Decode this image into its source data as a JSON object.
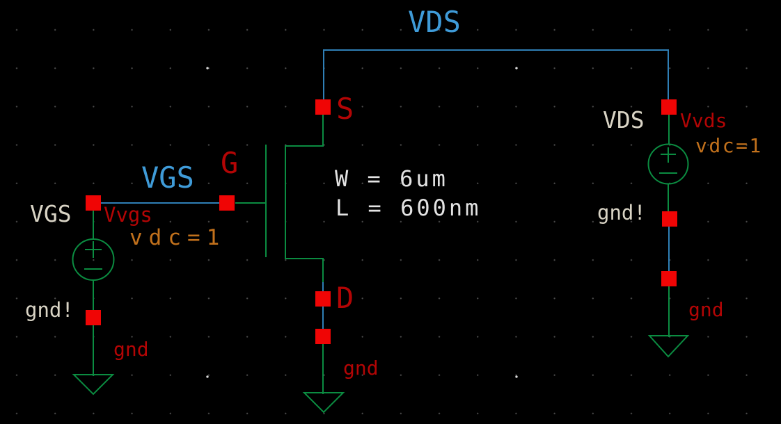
{
  "schematic": {
    "nets": {
      "vds": "VDS",
      "vgs": "VGS"
    },
    "pins": {
      "vgs": "VGS",
      "vds": "VDS",
      "source": "S",
      "gate": "G",
      "drain": "D"
    },
    "transistor": {
      "width_param": "W = 6um",
      "length_param": "L = 600nm"
    },
    "sources": {
      "vvgs": {
        "name": "Vvgs",
        "param": "vdc=1"
      },
      "vvds": {
        "name": "Vvds",
        "param": "vdc=1"
      }
    },
    "grounds": {
      "left": {
        "net": "gnd!",
        "name": "gnd"
      },
      "mid": {
        "name": "gnd"
      },
      "right": {
        "net": "gnd!",
        "name": "gnd"
      }
    }
  },
  "colors": {
    "background": "#000000",
    "grid_dot": "#4c4c4c",
    "grid_major_dot": "#d9d9d9",
    "wire_blue": "#2f7fb6",
    "net_label_blue": "#3f9bd8",
    "symbol_green": "#0b8c41",
    "pin_red": "#f00505",
    "label_red": "#b30505",
    "param_orange": "#c2711c",
    "label_white": "#d9d4c5",
    "param_white": "#e3e3e3"
  }
}
